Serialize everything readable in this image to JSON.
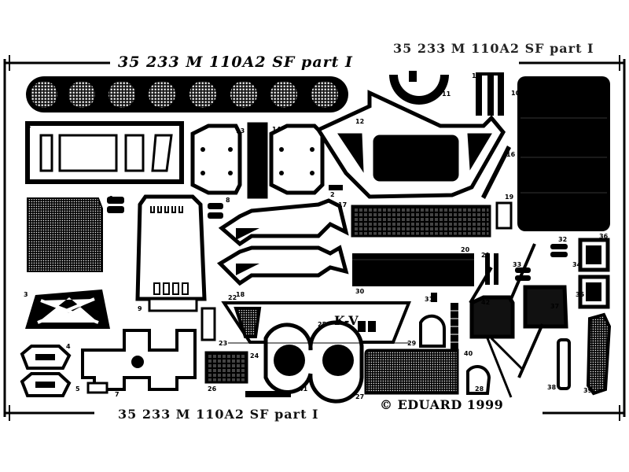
{
  "fret": {
    "catalog_title": "35 233  M 110A2 SF  part I",
    "copyright": "© EDUARD 1999",
    "marking": "K-V"
  },
  "colors": {
    "background": "#ffffff",
    "fret_frame": "#000000",
    "etched_part": "#0d0d0d"
  },
  "part_numbers": [
    "1",
    "2",
    "3",
    "4",
    "5",
    "6",
    "7",
    "8",
    "9",
    "10",
    "11",
    "12",
    "13",
    "14",
    "15",
    "16",
    "17",
    "18",
    "19",
    "20",
    "21",
    "22",
    "23",
    "24",
    "25",
    "26",
    "27",
    "28",
    "29",
    "30",
    "31",
    "32",
    "33",
    "34",
    "35",
    "36",
    "37",
    "38",
    "39",
    "40",
    "41",
    "42"
  ]
}
